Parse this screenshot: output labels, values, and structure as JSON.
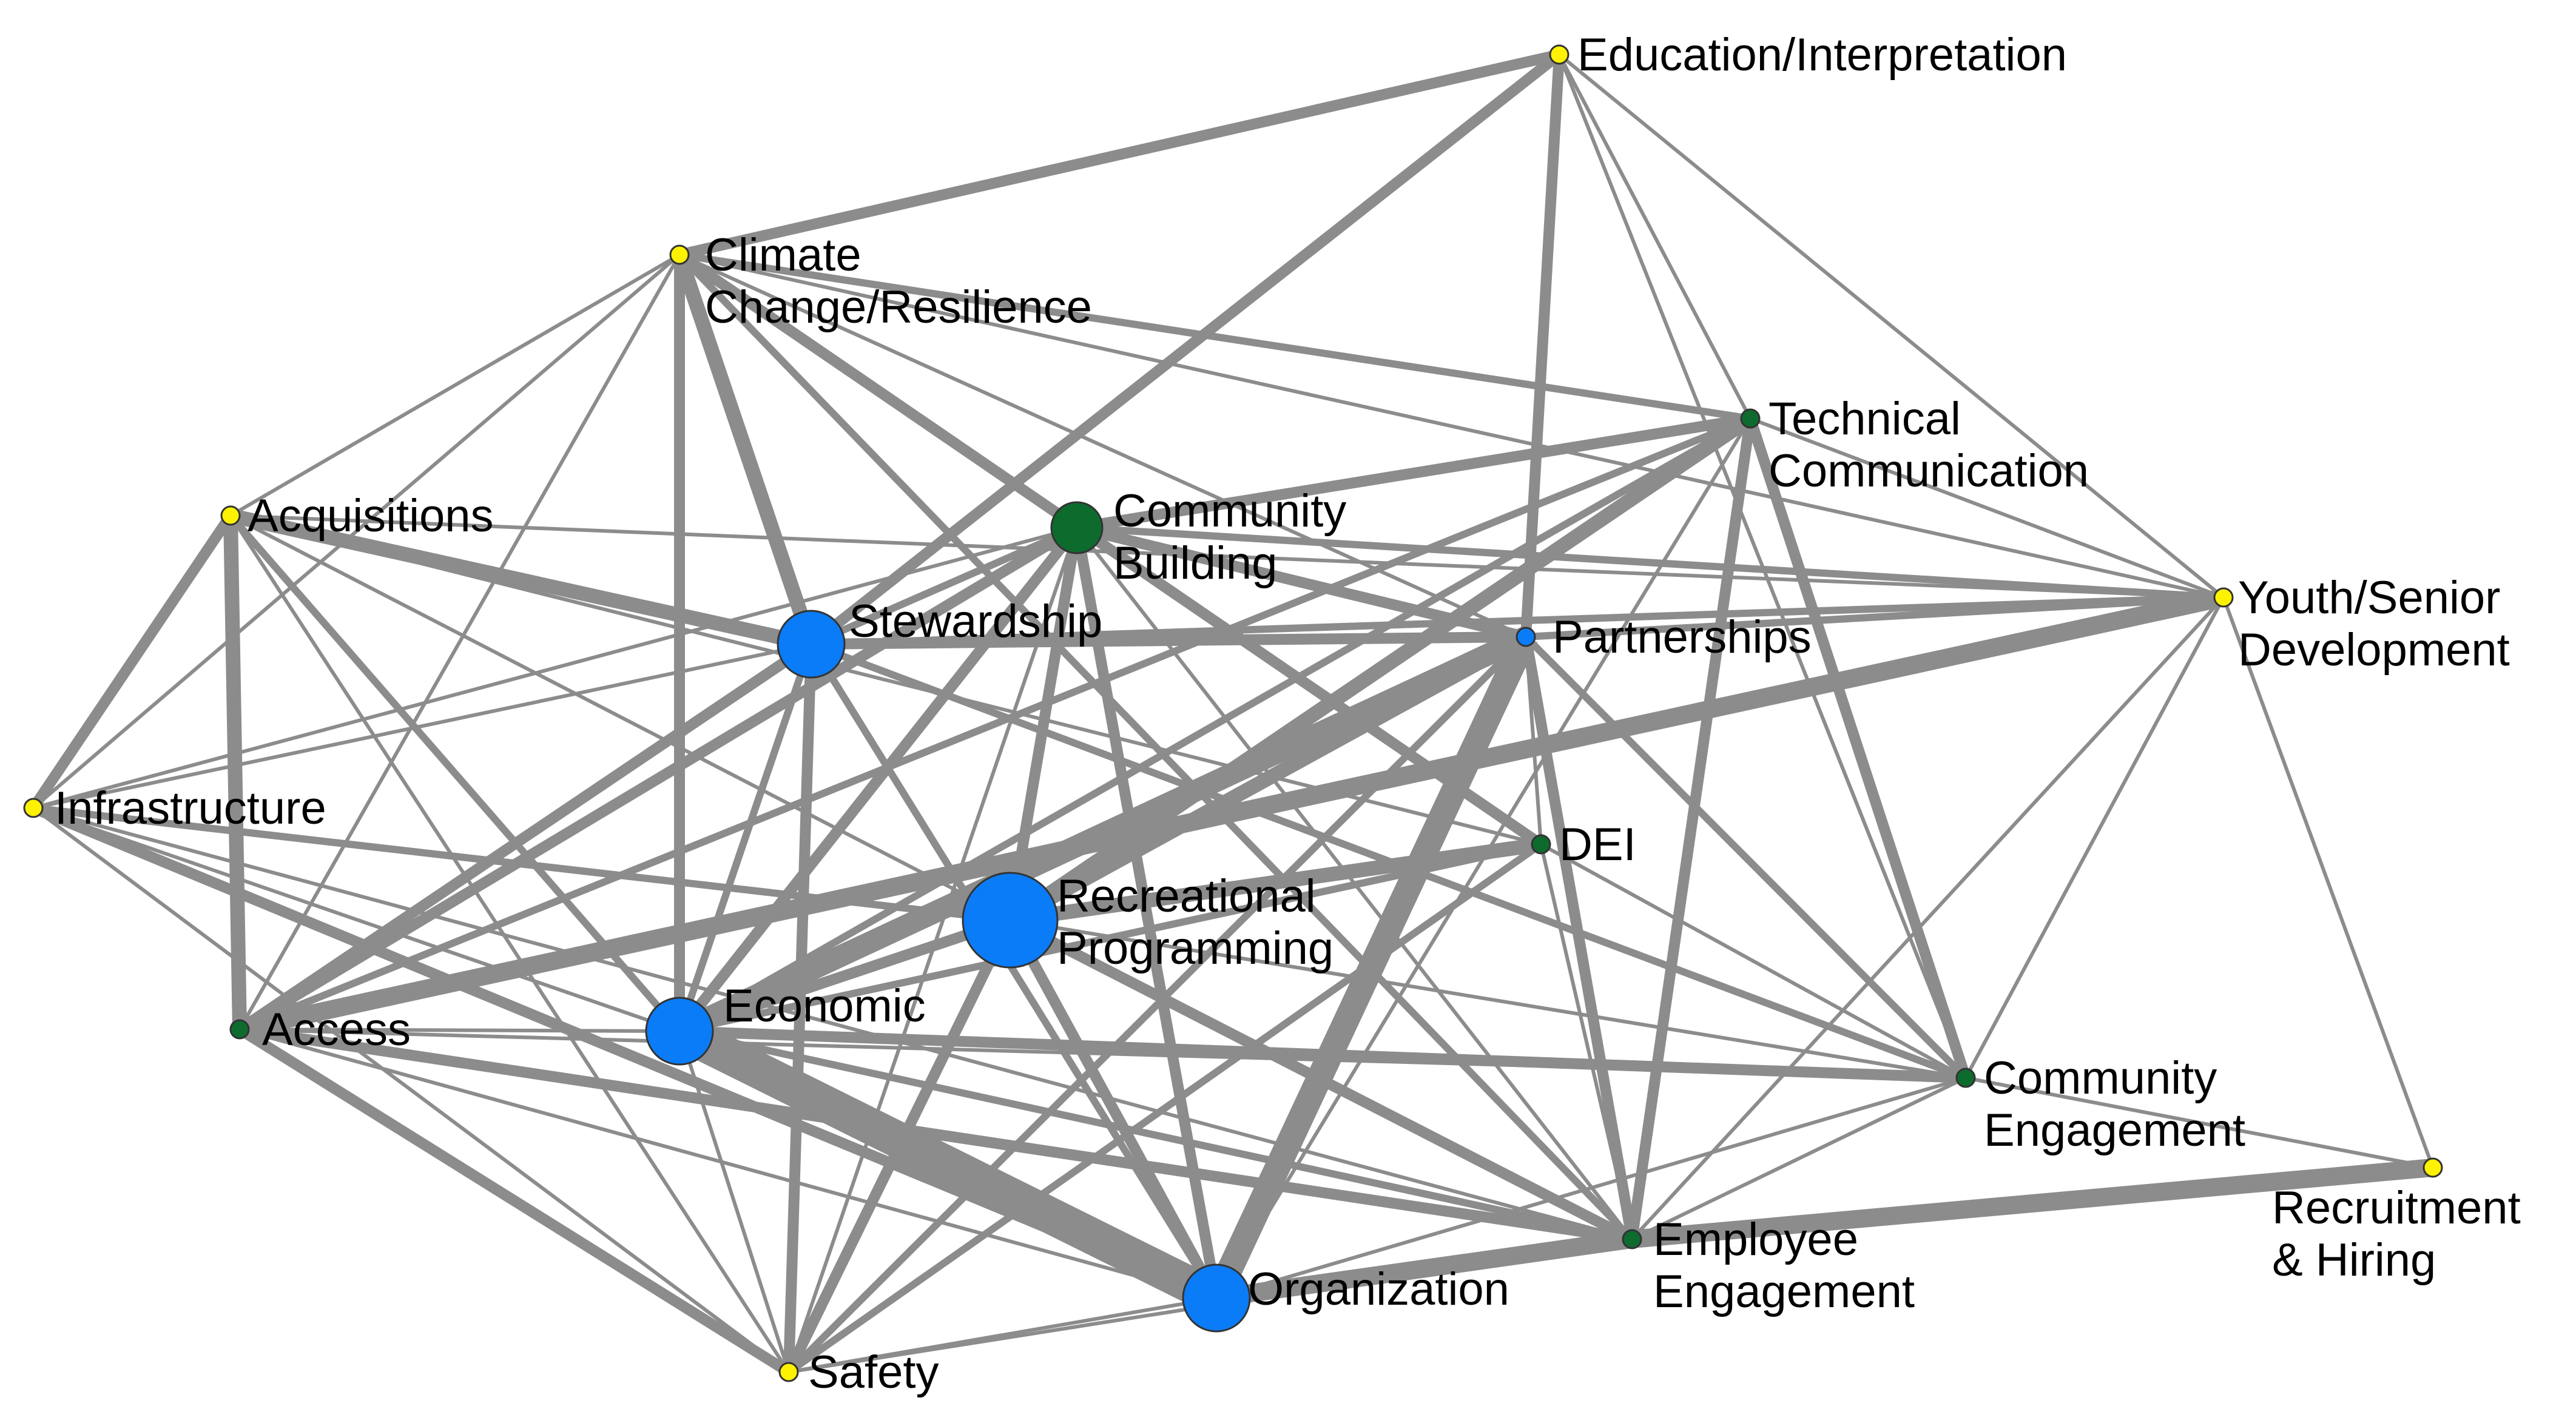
{
  "colors": {
    "blue": "#0a7cf7",
    "green": "#0d6b2e",
    "yellow": "#fff200",
    "edge": "#8c8c8c"
  },
  "nodes": [
    {
      "id": "education",
      "lines": [
        "Education/Interpretation"
      ],
      "color": "yellow",
      "size": "small"
    },
    {
      "id": "climate",
      "lines": [
        "Climate",
        "Change/Resilience"
      ],
      "color": "yellow",
      "size": "small"
    },
    {
      "id": "technical",
      "lines": [
        "Technical",
        "Communication"
      ],
      "color": "green",
      "size": "small"
    },
    {
      "id": "acquisitions",
      "lines": [
        "Acquisitions"
      ],
      "color": "yellow",
      "size": "small"
    },
    {
      "id": "community_building",
      "lines": [
        "Community",
        "Building"
      ],
      "color": "green",
      "size": "medium"
    },
    {
      "id": "youth",
      "lines": [
        "Youth/Senior",
        "Development"
      ],
      "color": "yellow",
      "size": "small"
    },
    {
      "id": "stewardship",
      "lines": [
        "Stewardship"
      ],
      "color": "blue",
      "size": "large"
    },
    {
      "id": "partnerships",
      "lines": [
        "Partnerships"
      ],
      "color": "blue",
      "size": "small"
    },
    {
      "id": "infrastructure",
      "lines": [
        "Infrastructure"
      ],
      "color": "yellow",
      "size": "small"
    },
    {
      "id": "dei",
      "lines": [
        "DEI"
      ],
      "color": "green",
      "size": "small"
    },
    {
      "id": "recreational",
      "lines": [
        "Recreational",
        "Programming"
      ],
      "color": "blue",
      "size": "xlarge"
    },
    {
      "id": "access",
      "lines": [
        "Access"
      ],
      "color": "green",
      "size": "small"
    },
    {
      "id": "economic",
      "lines": [
        "Economic"
      ],
      "color": "blue",
      "size": "large"
    },
    {
      "id": "community_engagement",
      "lines": [
        "Community",
        "Engagement"
      ],
      "color": "green",
      "size": "small"
    },
    {
      "id": "recruitment",
      "lines": [
        "Recruitment",
        "& Hiring"
      ],
      "color": "yellow",
      "size": "small"
    },
    {
      "id": "employee",
      "lines": [
        "Employee",
        "Engagement"
      ],
      "color": "green",
      "size": "small"
    },
    {
      "id": "organization",
      "lines": [
        "Organization"
      ],
      "color": "blue",
      "size": "large"
    },
    {
      "id": "safety",
      "lines": [
        "Safety"
      ],
      "color": "yellow",
      "size": "small"
    }
  ],
  "edges": [
    {
      "from": "economic",
      "to": "organization",
      "weight": 10
    },
    {
      "from": "partnerships",
      "to": "organization",
      "weight": 7
    },
    {
      "from": "partnerships",
      "to": "economic",
      "weight": 6
    },
    {
      "from": "youth",
      "to": "access",
      "weight": 5
    },
    {
      "from": "employee",
      "to": "recruitment",
      "weight": 5
    },
    {
      "from": "organization",
      "to": "employee",
      "weight": 5
    },
    {
      "from": "stewardship",
      "to": "acquisitions",
      "weight": 4
    },
    {
      "from": "stewardship",
      "to": "climate",
      "weight": 4
    },
    {
      "from": "recreational",
      "to": "dei",
      "weight": 4
    },
    {
      "from": "recreational",
      "to": "technical",
      "weight": 4
    },
    {
      "from": "acquisitions",
      "to": "access",
      "weight": 4
    },
    {
      "from": "recreational",
      "to": "partnerships",
      "weight": 4
    },
    {
      "from": "community_building",
      "to": "partnerships",
      "weight": 3
    },
    {
      "from": "stewardship",
      "to": "partnerships",
      "weight": 3
    },
    {
      "from": "stewardship",
      "to": "access",
      "weight": 3
    },
    {
      "from": "stewardship",
      "to": "safety",
      "weight": 3
    },
    {
      "from": "technical",
      "to": "community_engagement",
      "weight": 3
    },
    {
      "from": "technical",
      "to": "employee",
      "weight": 3
    },
    {
      "from": "partnerships",
      "to": "employee",
      "weight": 3
    },
    {
      "from": "education",
      "to": "stewardship",
      "weight": 3
    },
    {
      "from": "education",
      "to": "climate",
      "weight": 3
    },
    {
      "from": "education",
      "to": "partnerships",
      "weight": 3
    },
    {
      "from": "community_building",
      "to": "organization",
      "weight": 3
    },
    {
      "from": "community_building",
      "to": "economic",
      "weight": 3
    },
    {
      "from": "community_building",
      "to": "technical",
      "weight": 3
    },
    {
      "from": "community_building",
      "to": "access",
      "weight": 3
    },
    {
      "from": "climate",
      "to": "dei",
      "weight": 3
    },
    {
      "from": "climate",
      "to": "economic",
      "weight": 3
    },
    {
      "from": "climate",
      "to": "technical",
      "weight": 2
    },
    {
      "from": "access",
      "to": "employee",
      "weight": 3
    },
    {
      "from": "access",
      "to": "safety",
      "weight": 3
    },
    {
      "from": "economic",
      "to": "community_engagement",
      "weight": 3
    },
    {
      "from": "recreational",
      "to": "organization",
      "weight": 3
    },
    {
      "from": "recreational",
      "to": "safety",
      "weight": 3
    },
    {
      "from": "recreational",
      "to": "community_building",
      "weight": 3
    },
    {
      "from": "recreational",
      "to": "economic",
      "weight": 3
    },
    {
      "from": "recreational",
      "to": "employee",
      "weight": 3
    },
    {
      "from": "acquisitions",
      "to": "infrastructure",
      "weight": 3
    },
    {
      "from": "infrastructure",
      "to": "organization",
      "weight": 3
    },
    {
      "from": "infrastructure",
      "to": "recreational",
      "weight": 2
    },
    {
      "from": "community_engagement",
      "to": "partnerships",
      "weight": 2
    },
    {
      "from": "dei",
      "to": "safety",
      "weight": 2
    },
    {
      "from": "technical",
      "to": "access",
      "weight": 2
    },
    {
      "from": "stewardship",
      "to": "community_engagement",
      "weight": 2
    },
    {
      "from": "stewardship",
      "to": "organization",
      "weight": 2
    },
    {
      "from": "stewardship",
      "to": "economic",
      "weight": 2
    },
    {
      "from": "economic",
      "to": "employee",
      "weight": 2
    },
    {
      "from": "dei",
      "to": "economic",
      "weight": 2
    },
    {
      "from": "technical",
      "to": "economic",
      "weight": 2
    },
    {
      "from": "partnerships",
      "to": "safety",
      "weight": 2
    },
    {
      "from": "climate",
      "to": "employee",
      "weight": 2
    },
    {
      "from": "community_building",
      "to": "stewardship",
      "weight": 2
    },
    {
      "from": "acquisitions",
      "to": "economic",
      "weight": 2
    },
    {
      "from": "youth",
      "to": "partnerships",
      "weight": 2
    },
    {
      "from": "youth",
      "to": "stewardship",
      "weight": 2
    },
    {
      "from": "youth",
      "to": "community_building",
      "weight": 2
    },
    {
      "from": "education",
      "to": "technical",
      "weight": 1
    },
    {
      "from": "education",
      "to": "youth",
      "weight": 1
    },
    {
      "from": "education",
      "to": "community_engagement",
      "weight": 1
    },
    {
      "from": "climate",
      "to": "acquisitions",
      "weight": 1
    },
    {
      "from": "climate",
      "to": "infrastructure",
      "weight": 1
    },
    {
      "from": "climate",
      "to": "access",
      "weight": 1
    },
    {
      "from": "climate",
      "to": "youth",
      "weight": 1
    },
    {
      "from": "climate",
      "to": "partnerships",
      "weight": 1
    },
    {
      "from": "acquisitions",
      "to": "youth",
      "weight": 1
    },
    {
      "from": "acquisitions",
      "to": "dei",
      "weight": 1
    },
    {
      "from": "acquisitions",
      "to": "safety",
      "weight": 1
    },
    {
      "from": "acquisitions",
      "to": "employee",
      "weight": 1
    },
    {
      "from": "infrastructure",
      "to": "stewardship",
      "weight": 1
    },
    {
      "from": "infrastructure",
      "to": "community_building",
      "weight": 1
    },
    {
      "from": "infrastructure",
      "to": "economic",
      "weight": 1
    },
    {
      "from": "infrastructure",
      "to": "safety",
      "weight": 1
    },
    {
      "from": "infrastructure",
      "to": "employee",
      "weight": 1
    },
    {
      "from": "access",
      "to": "economic",
      "weight": 1
    },
    {
      "from": "access",
      "to": "community_engagement",
      "weight": 1
    },
    {
      "from": "access",
      "to": "organization",
      "weight": 1
    },
    {
      "from": "economic",
      "to": "safety",
      "weight": 1
    },
    {
      "from": "safety",
      "to": "employee",
      "weight": 1
    },
    {
      "from": "safety",
      "to": "organization",
      "weight": 1
    },
    {
      "from": "partnerships",
      "to": "dei",
      "weight": 1
    },
    {
      "from": "dei",
      "to": "community_engagement",
      "weight": 1
    },
    {
      "from": "dei",
      "to": "employee",
      "weight": 1
    },
    {
      "from": "technical",
      "to": "youth",
      "weight": 1
    },
    {
      "from": "technical",
      "to": "organization",
      "weight": 1
    },
    {
      "from": "youth",
      "to": "community_engagement",
      "weight": 1
    },
    {
      "from": "youth",
      "to": "recruitment",
      "weight": 1
    },
    {
      "from": "youth",
      "to": "employee",
      "weight": 1
    },
    {
      "from": "community_engagement",
      "to": "organization",
      "weight": 1
    },
    {
      "from": "community_engagement",
      "to": "employee",
      "weight": 1
    },
    {
      "from": "community_engagement",
      "to": "recruitment",
      "weight": 1
    },
    {
      "from": "recreational",
      "to": "community_engagement",
      "weight": 1
    },
    {
      "from": "community_building",
      "to": "safety",
      "weight": 1
    },
    {
      "from": "community_building",
      "to": "employee",
      "weight": 1
    }
  ]
}
